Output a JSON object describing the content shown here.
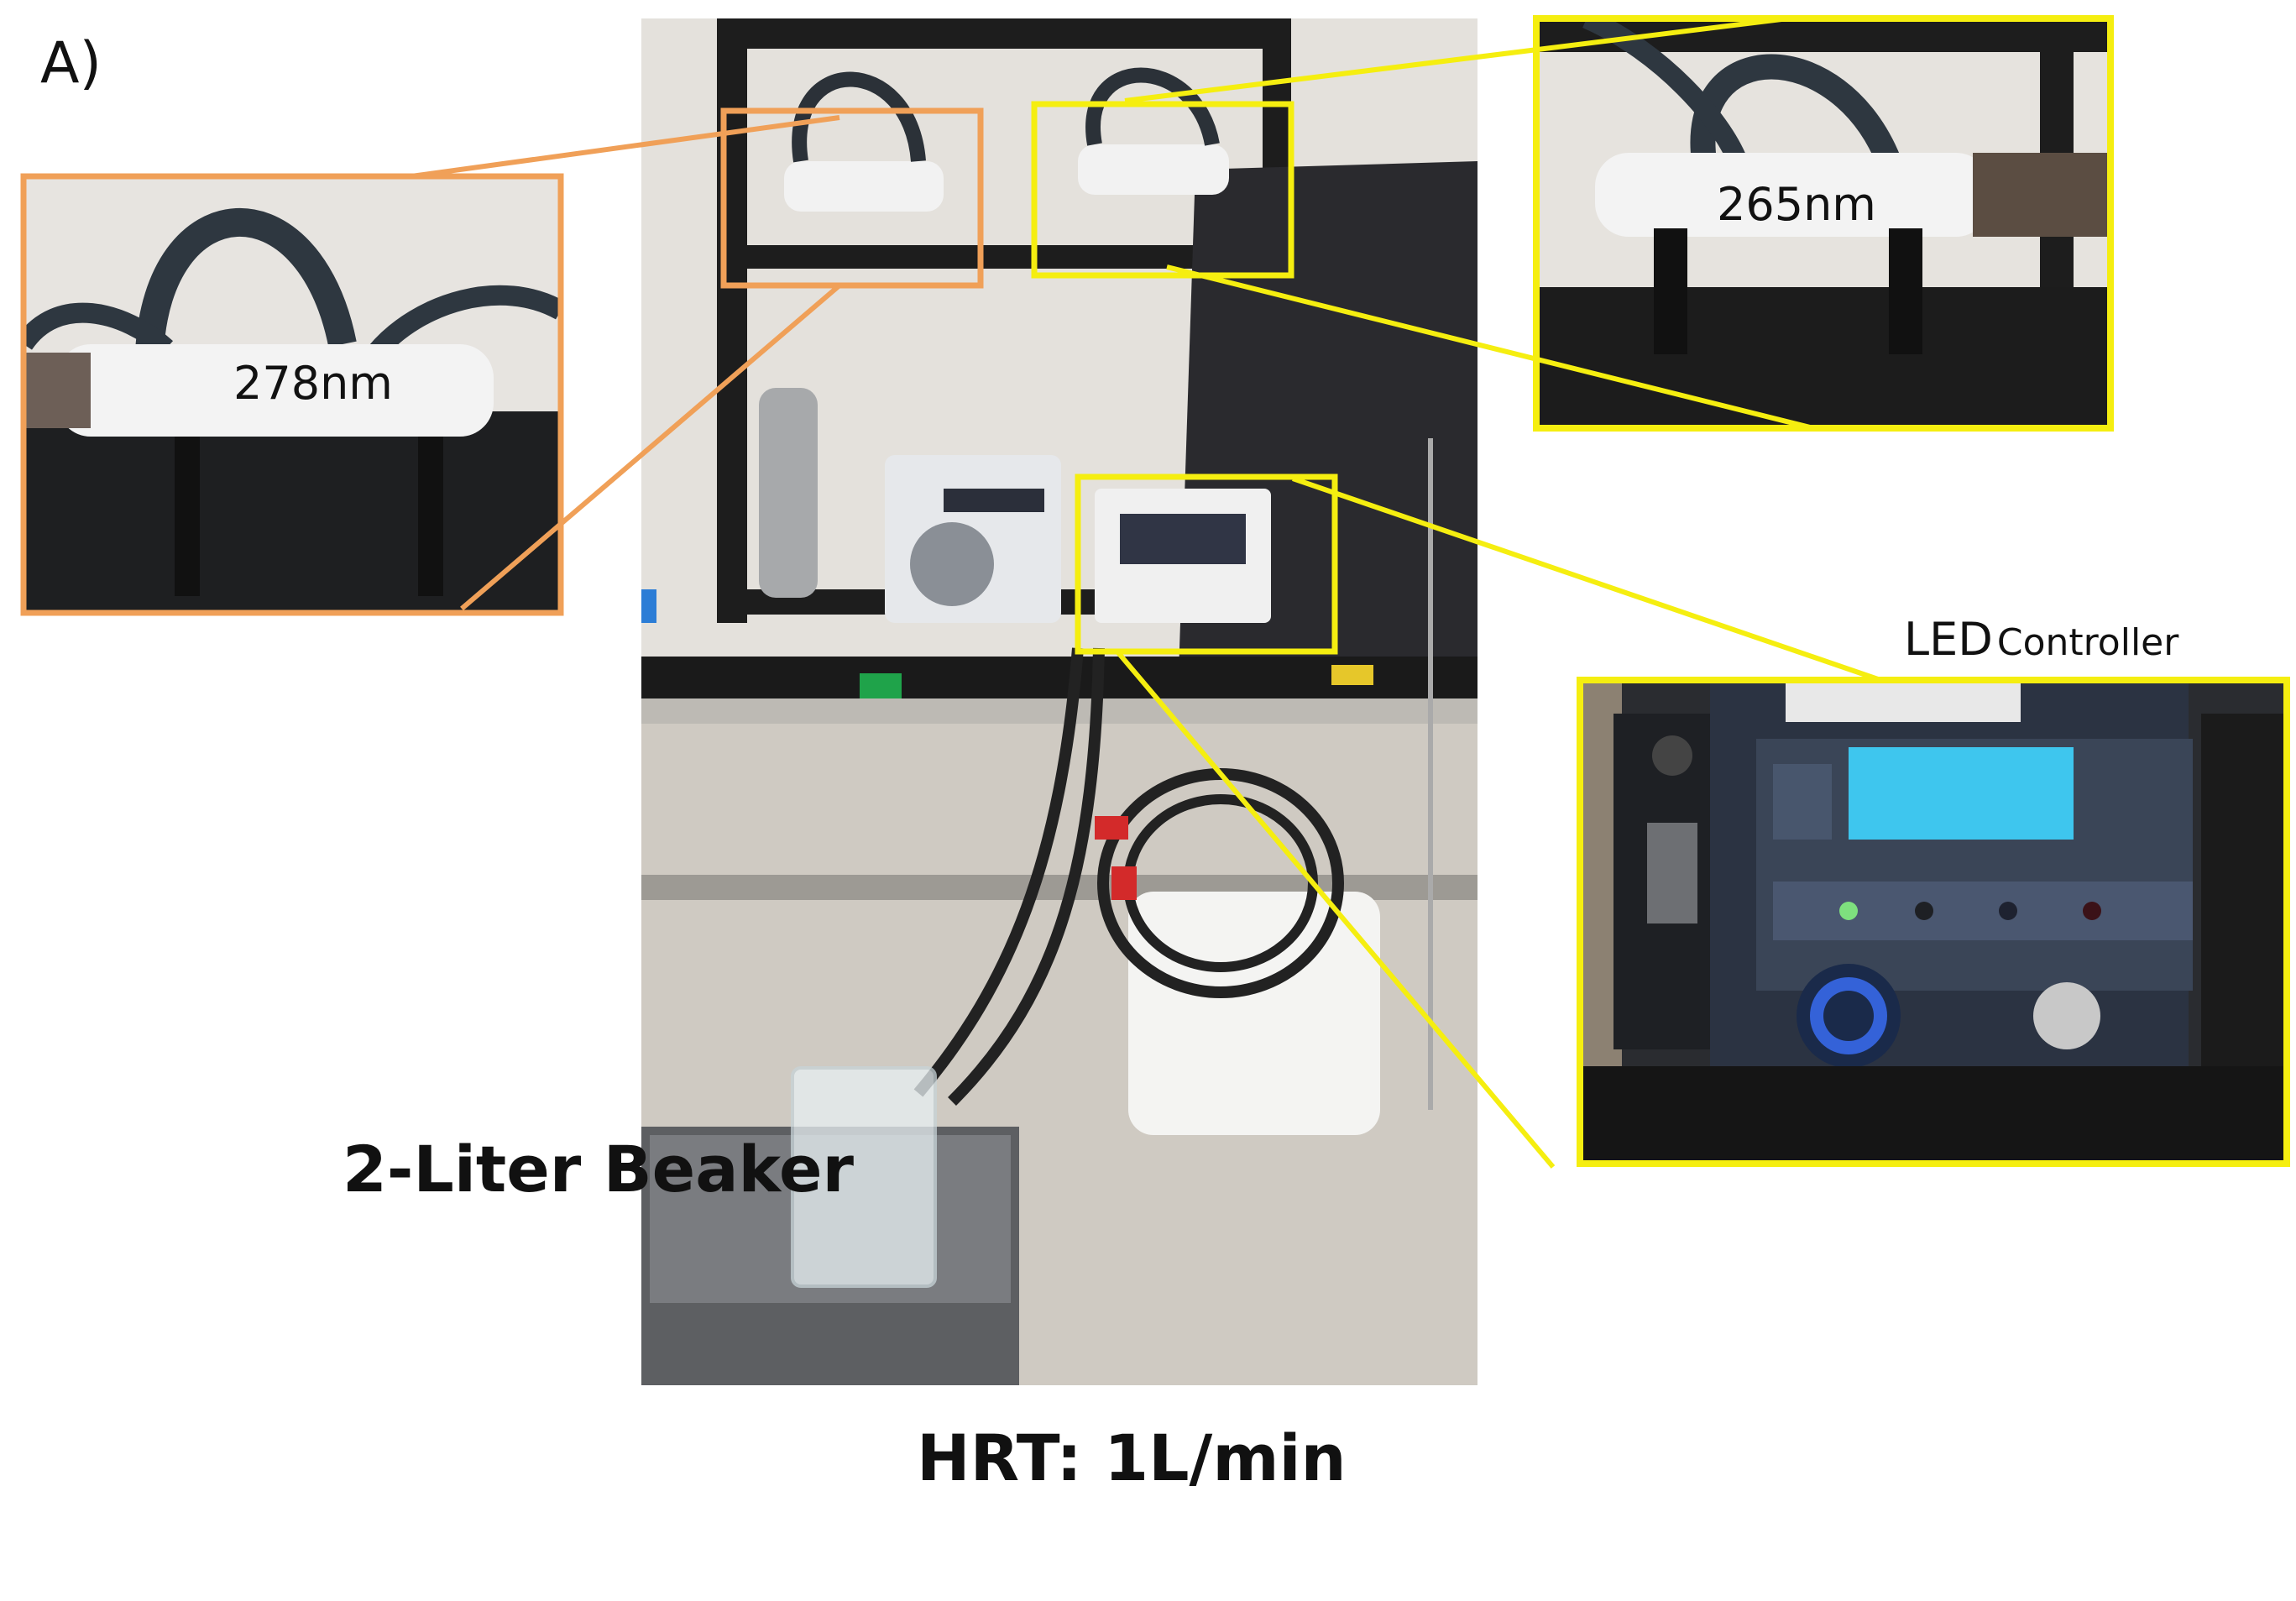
{
  "figure": {
    "panel_label": "A)",
    "callouts": {
      "lamp_278_label": "278nm",
      "lamp_265_label": "265nm",
      "led_controller_word1": "LED",
      "led_controller_word2": "Controller"
    },
    "captions": {
      "beaker": "2-Liter Beaker",
      "hrt": "HRT: 1L/min"
    },
    "colors": {
      "orange_frame": "#f0a058",
      "yellow_frame": "#f5ee10",
      "lcd_blue": "#3ec6ee"
    }
  }
}
